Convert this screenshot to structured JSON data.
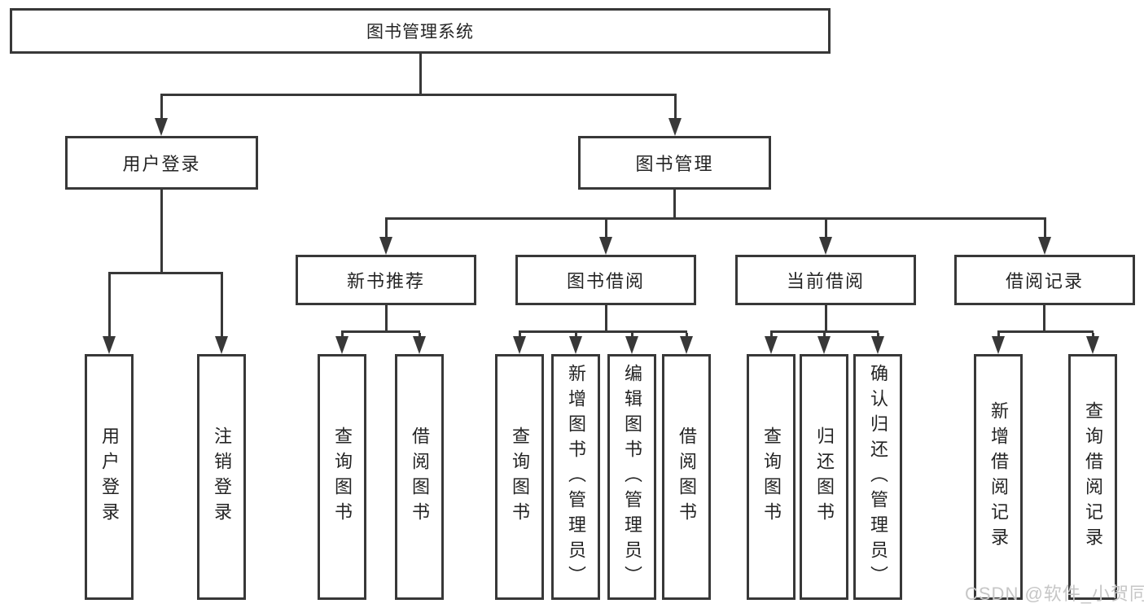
{
  "colors": {
    "line": "#383838",
    "text": "#242424",
    "box_bg": "#ffffff",
    "watermark": "#c6c6c6"
  },
  "tree": {
    "root": "图书管理系统",
    "branches": [
      {
        "label": "用户登录",
        "children": [
          "用户登录",
          "注销登录"
        ]
      },
      {
        "label": "图书管理",
        "groups": [
          {
            "label": "新书推荐",
            "children": [
              "查询图书",
              "借阅图书"
            ]
          },
          {
            "label": "图书借阅",
            "children": [
              "查询图书",
              "新增图书（管理员）",
              "编辑图书（管理员）",
              "借阅图书"
            ]
          },
          {
            "label": "当前借阅",
            "children": [
              "查询图书",
              "归还图书",
              "确认归还（管理员）"
            ]
          },
          {
            "label": "借阅记录",
            "children": [
              "新增借阅记录",
              "查询借阅记录"
            ]
          }
        ]
      }
    ]
  },
  "watermark": "CSDN @软件_小贺同学"
}
